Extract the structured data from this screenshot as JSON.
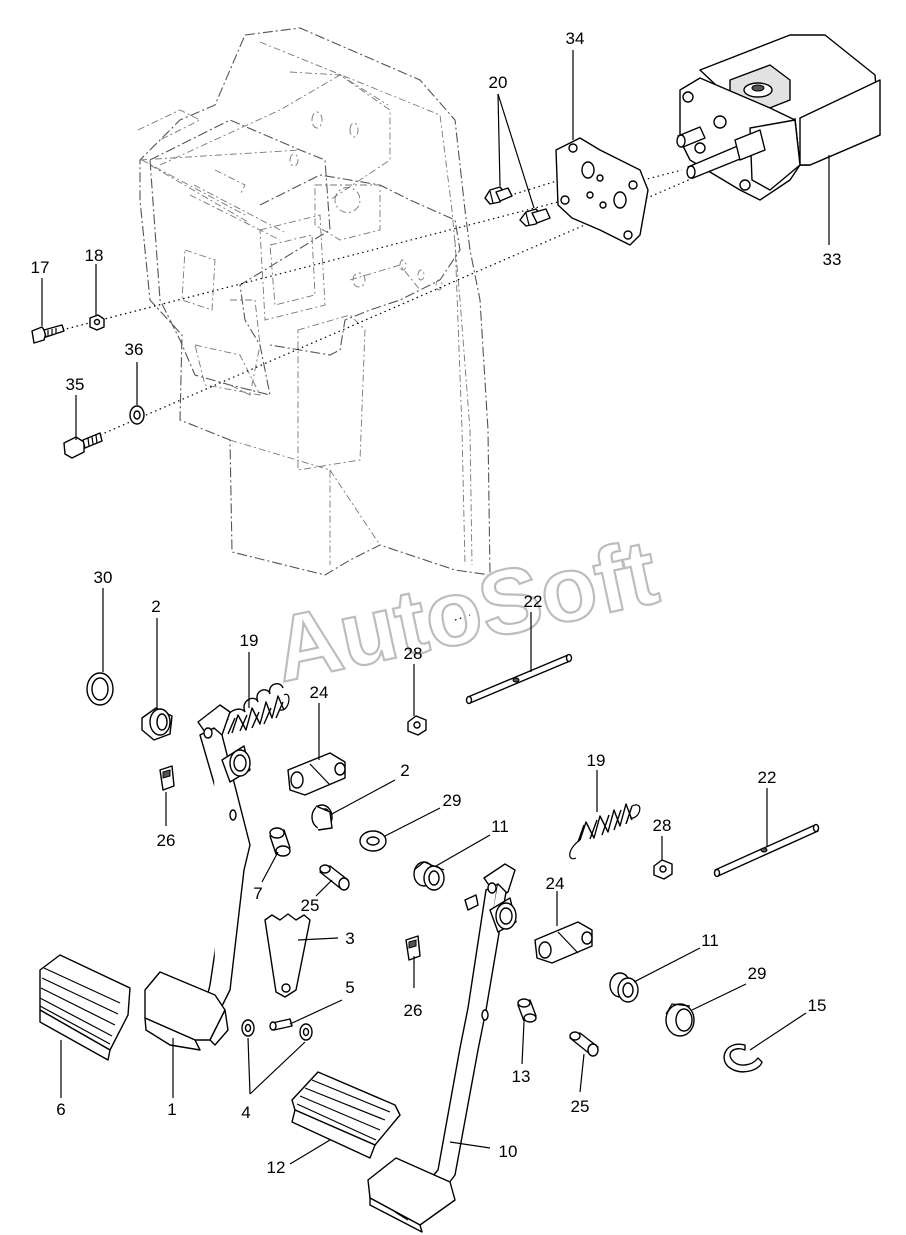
{
  "watermark": "AutoSoft",
  "callouts": [
    {
      "id": "c17",
      "label": "17"
    },
    {
      "id": "c18",
      "label": "18"
    },
    {
      "id": "c35",
      "label": "35"
    },
    {
      "id": "c36",
      "label": "36"
    },
    {
      "id": "c20",
      "label": "20"
    },
    {
      "id": "c34",
      "label": "34"
    },
    {
      "id": "c33",
      "label": "33"
    },
    {
      "id": "c30",
      "label": "30"
    },
    {
      "id": "c2a",
      "label": "2"
    },
    {
      "id": "c19a",
      "label": "19"
    },
    {
      "id": "c22a",
      "label": "22"
    },
    {
      "id": "c28a",
      "label": "28"
    },
    {
      "id": "c24a",
      "label": "24"
    },
    {
      "id": "c26a",
      "label": "26"
    },
    {
      "id": "c2b",
      "label": "2"
    },
    {
      "id": "c29a",
      "label": "29"
    },
    {
      "id": "c11a",
      "label": "11"
    },
    {
      "id": "c19b",
      "label": "19"
    },
    {
      "id": "c28b",
      "label": "28"
    },
    {
      "id": "c22b",
      "label": "22"
    },
    {
      "id": "c7",
      "label": "7"
    },
    {
      "id": "c25a",
      "label": "25"
    },
    {
      "id": "c3",
      "label": "3"
    },
    {
      "id": "c24b",
      "label": "24"
    },
    {
      "id": "c26b",
      "label": "26"
    },
    {
      "id": "c5",
      "label": "5"
    },
    {
      "id": "c11b",
      "label": "11"
    },
    {
      "id": "c29b",
      "label": "29"
    },
    {
      "id": "c15",
      "label": "15"
    },
    {
      "id": "c6",
      "label": "6"
    },
    {
      "id": "c1",
      "label": "1"
    },
    {
      "id": "c4",
      "label": "4"
    },
    {
      "id": "c13",
      "label": "13"
    },
    {
      "id": "c25b",
      "label": "25"
    },
    {
      "id": "c12",
      "label": "12"
    },
    {
      "id": "c10",
      "label": "10"
    }
  ]
}
